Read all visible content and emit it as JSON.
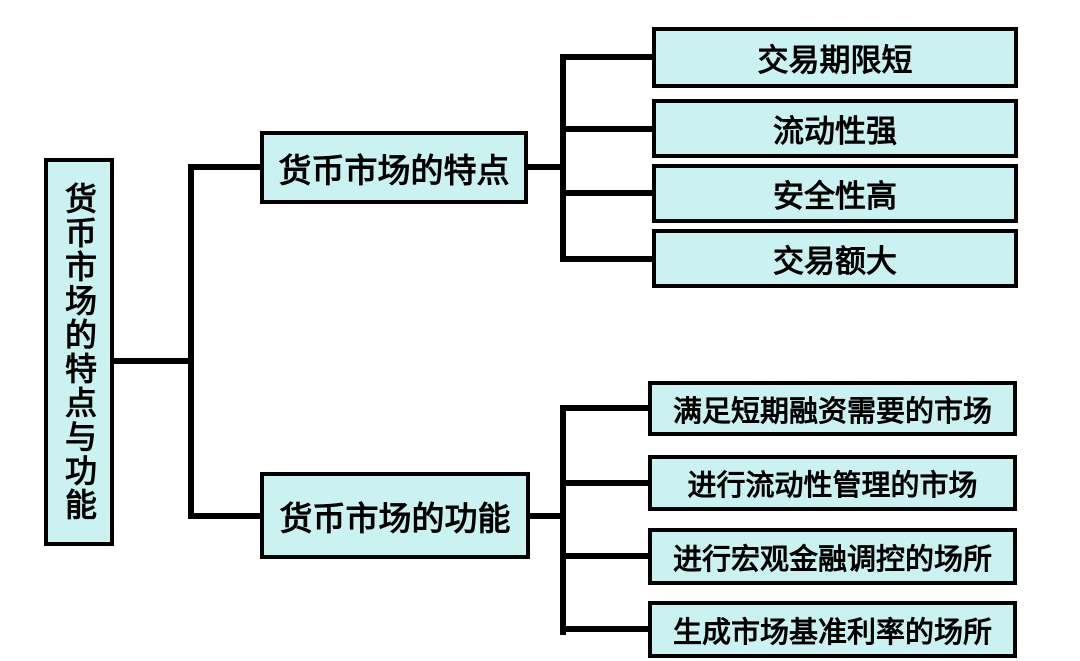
{
  "diagram": {
    "type": "tree",
    "colors": {
      "box_fill": "#caf2f1",
      "box_border": "#000000",
      "connector": "#000000",
      "background": "#ffffff",
      "text": "#000000"
    },
    "root": {
      "label": "货币市场的特点与功能"
    },
    "branches": [
      {
        "label": "货币市场的特点",
        "children": [
          {
            "label": "交易期限短"
          },
          {
            "label": "流动性强"
          },
          {
            "label": "安全性高"
          },
          {
            "label": "交易额大"
          }
        ]
      },
      {
        "label": "货币市场的功能",
        "children": [
          {
            "label": "满足短期融资需要的市场"
          },
          {
            "label": "进行流动性管理的市场"
          },
          {
            "label": "进行宏观金融调控的场所"
          },
          {
            "label": "生成市场基准利率的场所"
          }
        ]
      }
    ]
  }
}
